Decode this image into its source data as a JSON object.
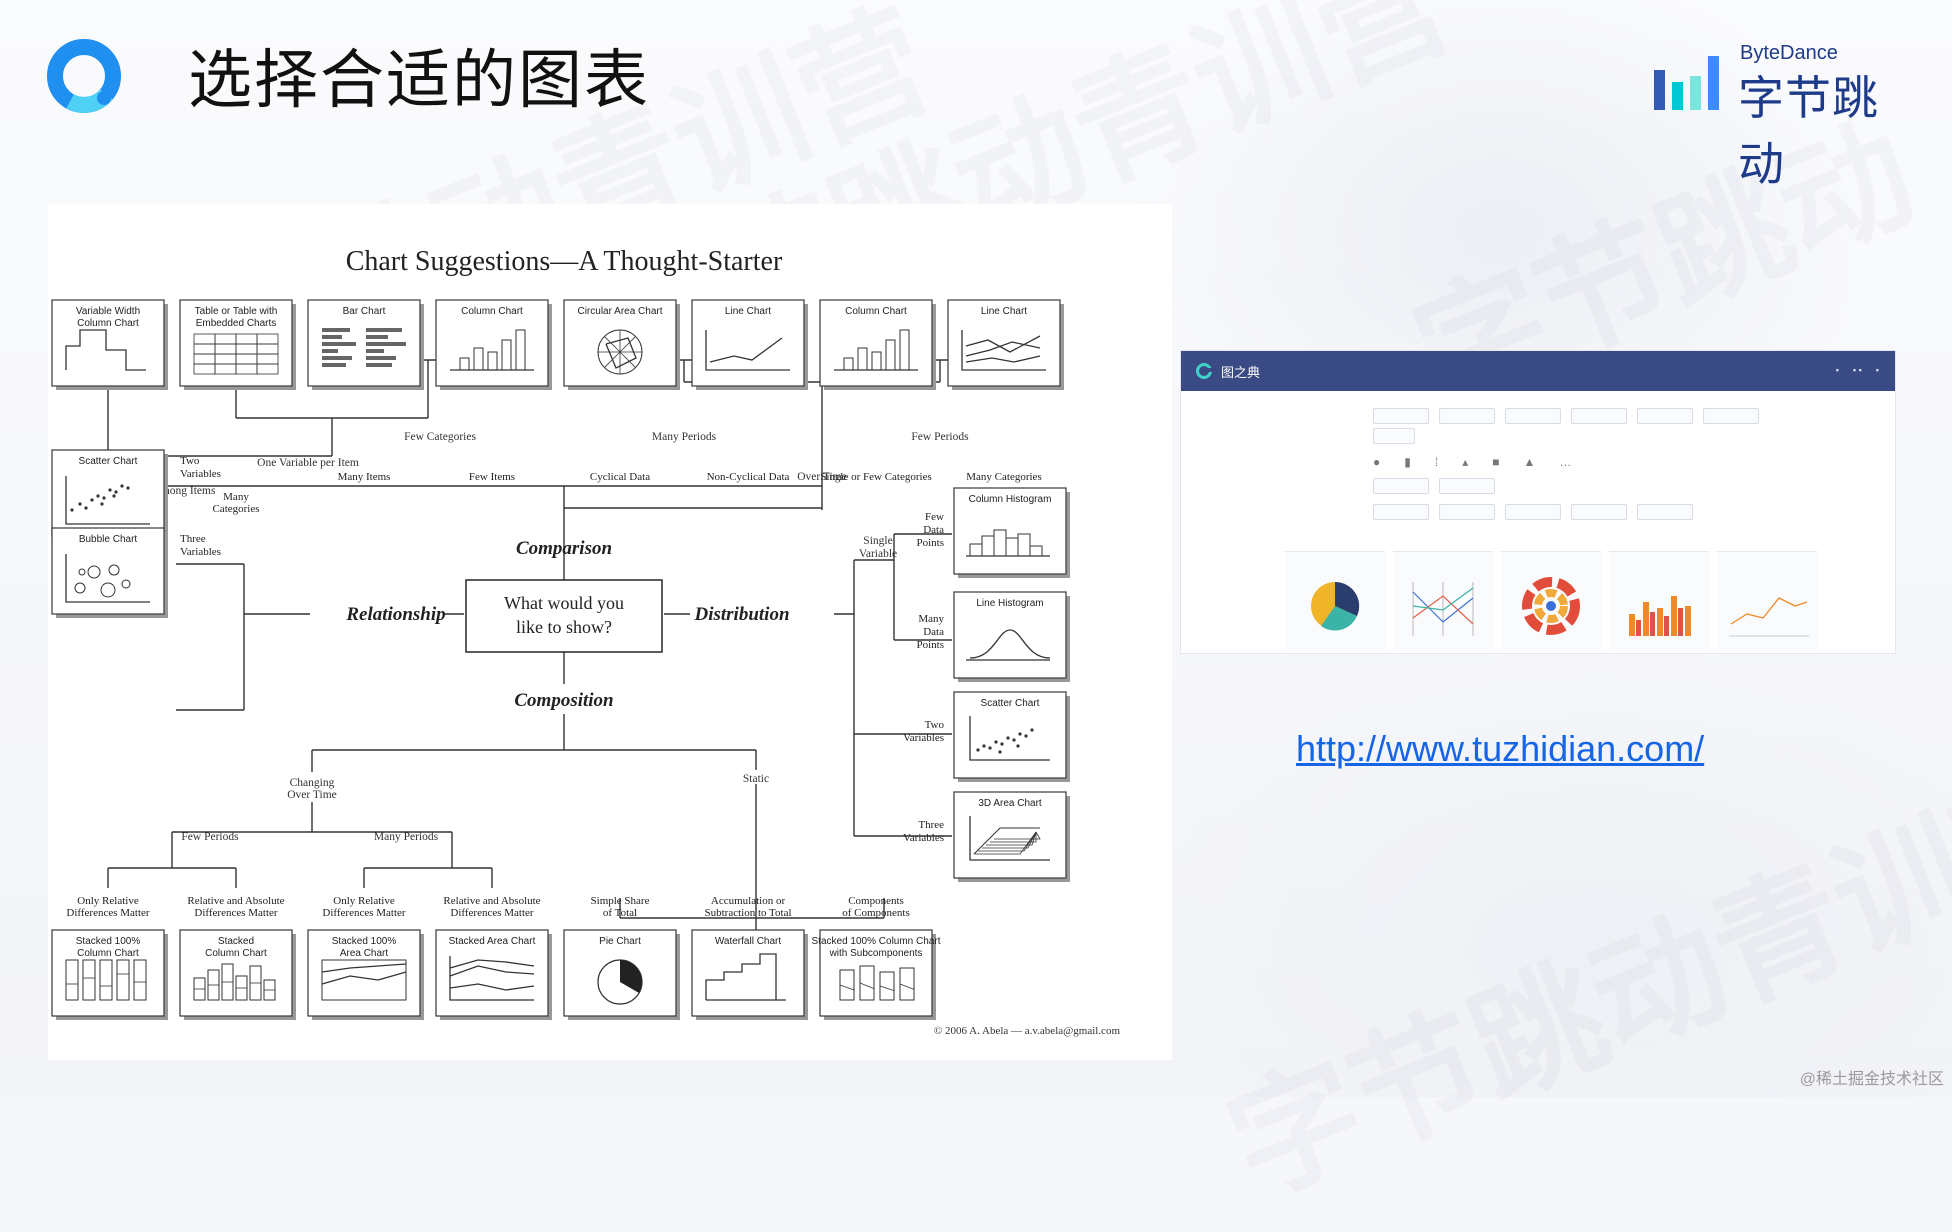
{
  "slide": {
    "title": "选择合适的图表",
    "brand_en": "ByteDance",
    "brand_cn": "字节跳动",
    "credit": "@稀土掘金技术社区",
    "accent": "#1f8ff0",
    "brand_color": "#1e3b8a"
  },
  "diagram": {
    "title": "Chart Suggestions—A Thought-Starter",
    "question": [
      "What would you",
      "like to show?"
    ],
    "categories": {
      "comparison": "Comparison",
      "relationship": "Relationship",
      "distribution": "Distribution",
      "composition": "Composition"
    },
    "top_boxes": [
      {
        "title": [
          "Variable Width",
          "Column Chart"
        ],
        "caption": [
          "Two Variables",
          "per Item"
        ]
      },
      {
        "title": [
          "Table or Table with",
          "Embedded Charts"
        ],
        "caption": [
          "Many",
          "Categories"
        ]
      },
      {
        "title": [
          "Bar Chart"
        ],
        "caption": [
          "Many Items"
        ]
      },
      {
        "title": [
          "Column Chart"
        ],
        "caption": [
          "Few Items"
        ]
      },
      {
        "title": [
          "Circular Area Chart"
        ],
        "caption": [
          "Cyclical Data"
        ]
      },
      {
        "title": [
          "Line Chart"
        ],
        "caption": [
          "Non-Cyclical Data"
        ]
      },
      {
        "title": [
          "Column Chart"
        ],
        "caption": [
          "Single or Few Categories"
        ]
      },
      {
        "title": [
          "Line Chart"
        ],
        "caption": [
          "Many Categories"
        ]
      }
    ],
    "top_labels": {
      "few_categories": "Few Categories",
      "many_periods": "Many Periods",
      "few_periods": "Few Periods",
      "one_variable": "One Variable per Item",
      "among_items": "Among Items",
      "over_time": "Over Time"
    },
    "relationship_boxes": [
      {
        "title": "Scatter Chart",
        "caption": [
          "Two",
          "Variables"
        ]
      },
      {
        "title": "Bubble Chart",
        "caption": [
          "Three",
          "Variables"
        ]
      }
    ],
    "distribution_boxes": [
      {
        "title": "Column Histogram",
        "caption": [
          "Few",
          "Data",
          "Points"
        ]
      },
      {
        "title": "Line Histogram",
        "caption": [
          "Many",
          "Data",
          "Points"
        ]
      },
      {
        "title": "Scatter Chart",
        "caption": [
          "Two",
          "Variables"
        ]
      },
      {
        "title": "3D Area Chart",
        "caption": [
          "Three",
          "Variables"
        ]
      }
    ],
    "single_variable": [
      "Single",
      "Variable"
    ],
    "composition_labels": {
      "changing": [
        "Changing",
        "Over Time"
      ],
      "static": "Static",
      "few_periods": "Few Periods",
      "many_periods": "Many Periods"
    },
    "bottom_boxes": [
      {
        "title": [
          "Stacked 100%",
          "Column Chart"
        ],
        "caption": [
          "Only Relative",
          "Differences Matter"
        ]
      },
      {
        "title": [
          "Stacked",
          "Column Chart"
        ],
        "caption": [
          "Relative and Absolute",
          "Differences Matter"
        ]
      },
      {
        "title": [
          "Stacked 100%",
          "Area Chart"
        ],
        "caption": [
          "Only Relative",
          "Differences Matter"
        ]
      },
      {
        "title": [
          "Stacked Area Chart"
        ],
        "caption": [
          "Relative and Absolute",
          "Differences Matter"
        ]
      },
      {
        "title": [
          "Pie Chart"
        ],
        "caption": [
          "Simple Share",
          "of Total"
        ]
      },
      {
        "title": [
          "Waterfall Chart"
        ],
        "caption": [
          "Accumulation or",
          "Subtraction to Total"
        ]
      },
      {
        "title": [
          "Stacked 100% Column Chart",
          "with Subcomponents"
        ],
        "caption": [
          "Components",
          "of Components"
        ]
      }
    ],
    "footer": "© 2006 A. Abela — a.v.abela@gmail.com"
  },
  "screenshot": {
    "app_name": "图之典",
    "bar_color": "#3a4a85"
  },
  "url": "http://www.tuzhidian.com/"
}
